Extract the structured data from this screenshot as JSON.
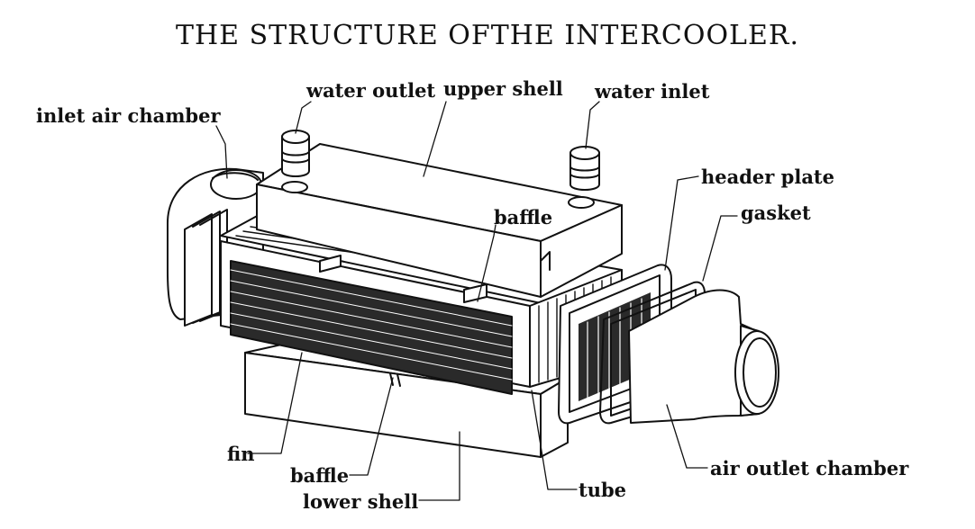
{
  "title": "THE STRUCTURE OFTHE INTERCOOLER.",
  "labels": {
    "inlet_air_chamber": "inlet air chamber",
    "water_outlet": "water outlet",
    "upper_shell": "upper shell",
    "water_inlet": "water inlet",
    "header_plate": "header plate",
    "baffle_top": "baffle",
    "gasket": "gasket",
    "fin": "fin",
    "baffle_bottom": "baffle",
    "lower_shell": "lower shell",
    "tube": "tube",
    "air_outlet_chamber": "air outlet chamber"
  },
  "colors": {
    "ink": "#111111",
    "paper": "#ffffff",
    "shade": "#2a2a2a"
  }
}
